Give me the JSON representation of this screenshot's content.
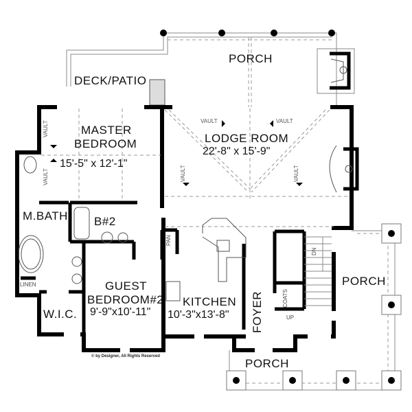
{
  "plan": {
    "rooms": {
      "porch_top": {
        "name": "PORCH"
      },
      "deck_patio": {
        "name": "DECK/PATIO"
      },
      "master_bedroom": {
        "name_line1": "MASTER",
        "name_line2": "BEDROOM",
        "dims": "15'-5\" x 12'-1\""
      },
      "lodge_room": {
        "name": "LODGE  ROOM",
        "dims": "22'-8\" x 15'-9\""
      },
      "master_bath": {
        "name": "M.BATH"
      },
      "bath2": {
        "name": "B#2"
      },
      "guest_bedroom": {
        "name_line1": "GUEST",
        "name_line2": "BEDROOM#2",
        "dims": "9'-9\"x10'-11\""
      },
      "kitchen": {
        "name": "KITCHEN",
        "dims": "10'-3\"x13'-8\""
      },
      "foyer": {
        "name": "FOYER"
      },
      "wic": {
        "name": "W.I.C."
      },
      "porch_right": {
        "name": "PORCH"
      },
      "porch_bottom": {
        "name": "PORCH"
      }
    },
    "small_labels": {
      "vault": "VAULT",
      "linen": "LINEN",
      "pantry": "PAN",
      "coats": "COATS",
      "stairs_down": "DN",
      "stairs_up": "UP"
    },
    "copyright": "© by Designer, All Rights Reserved"
  }
}
